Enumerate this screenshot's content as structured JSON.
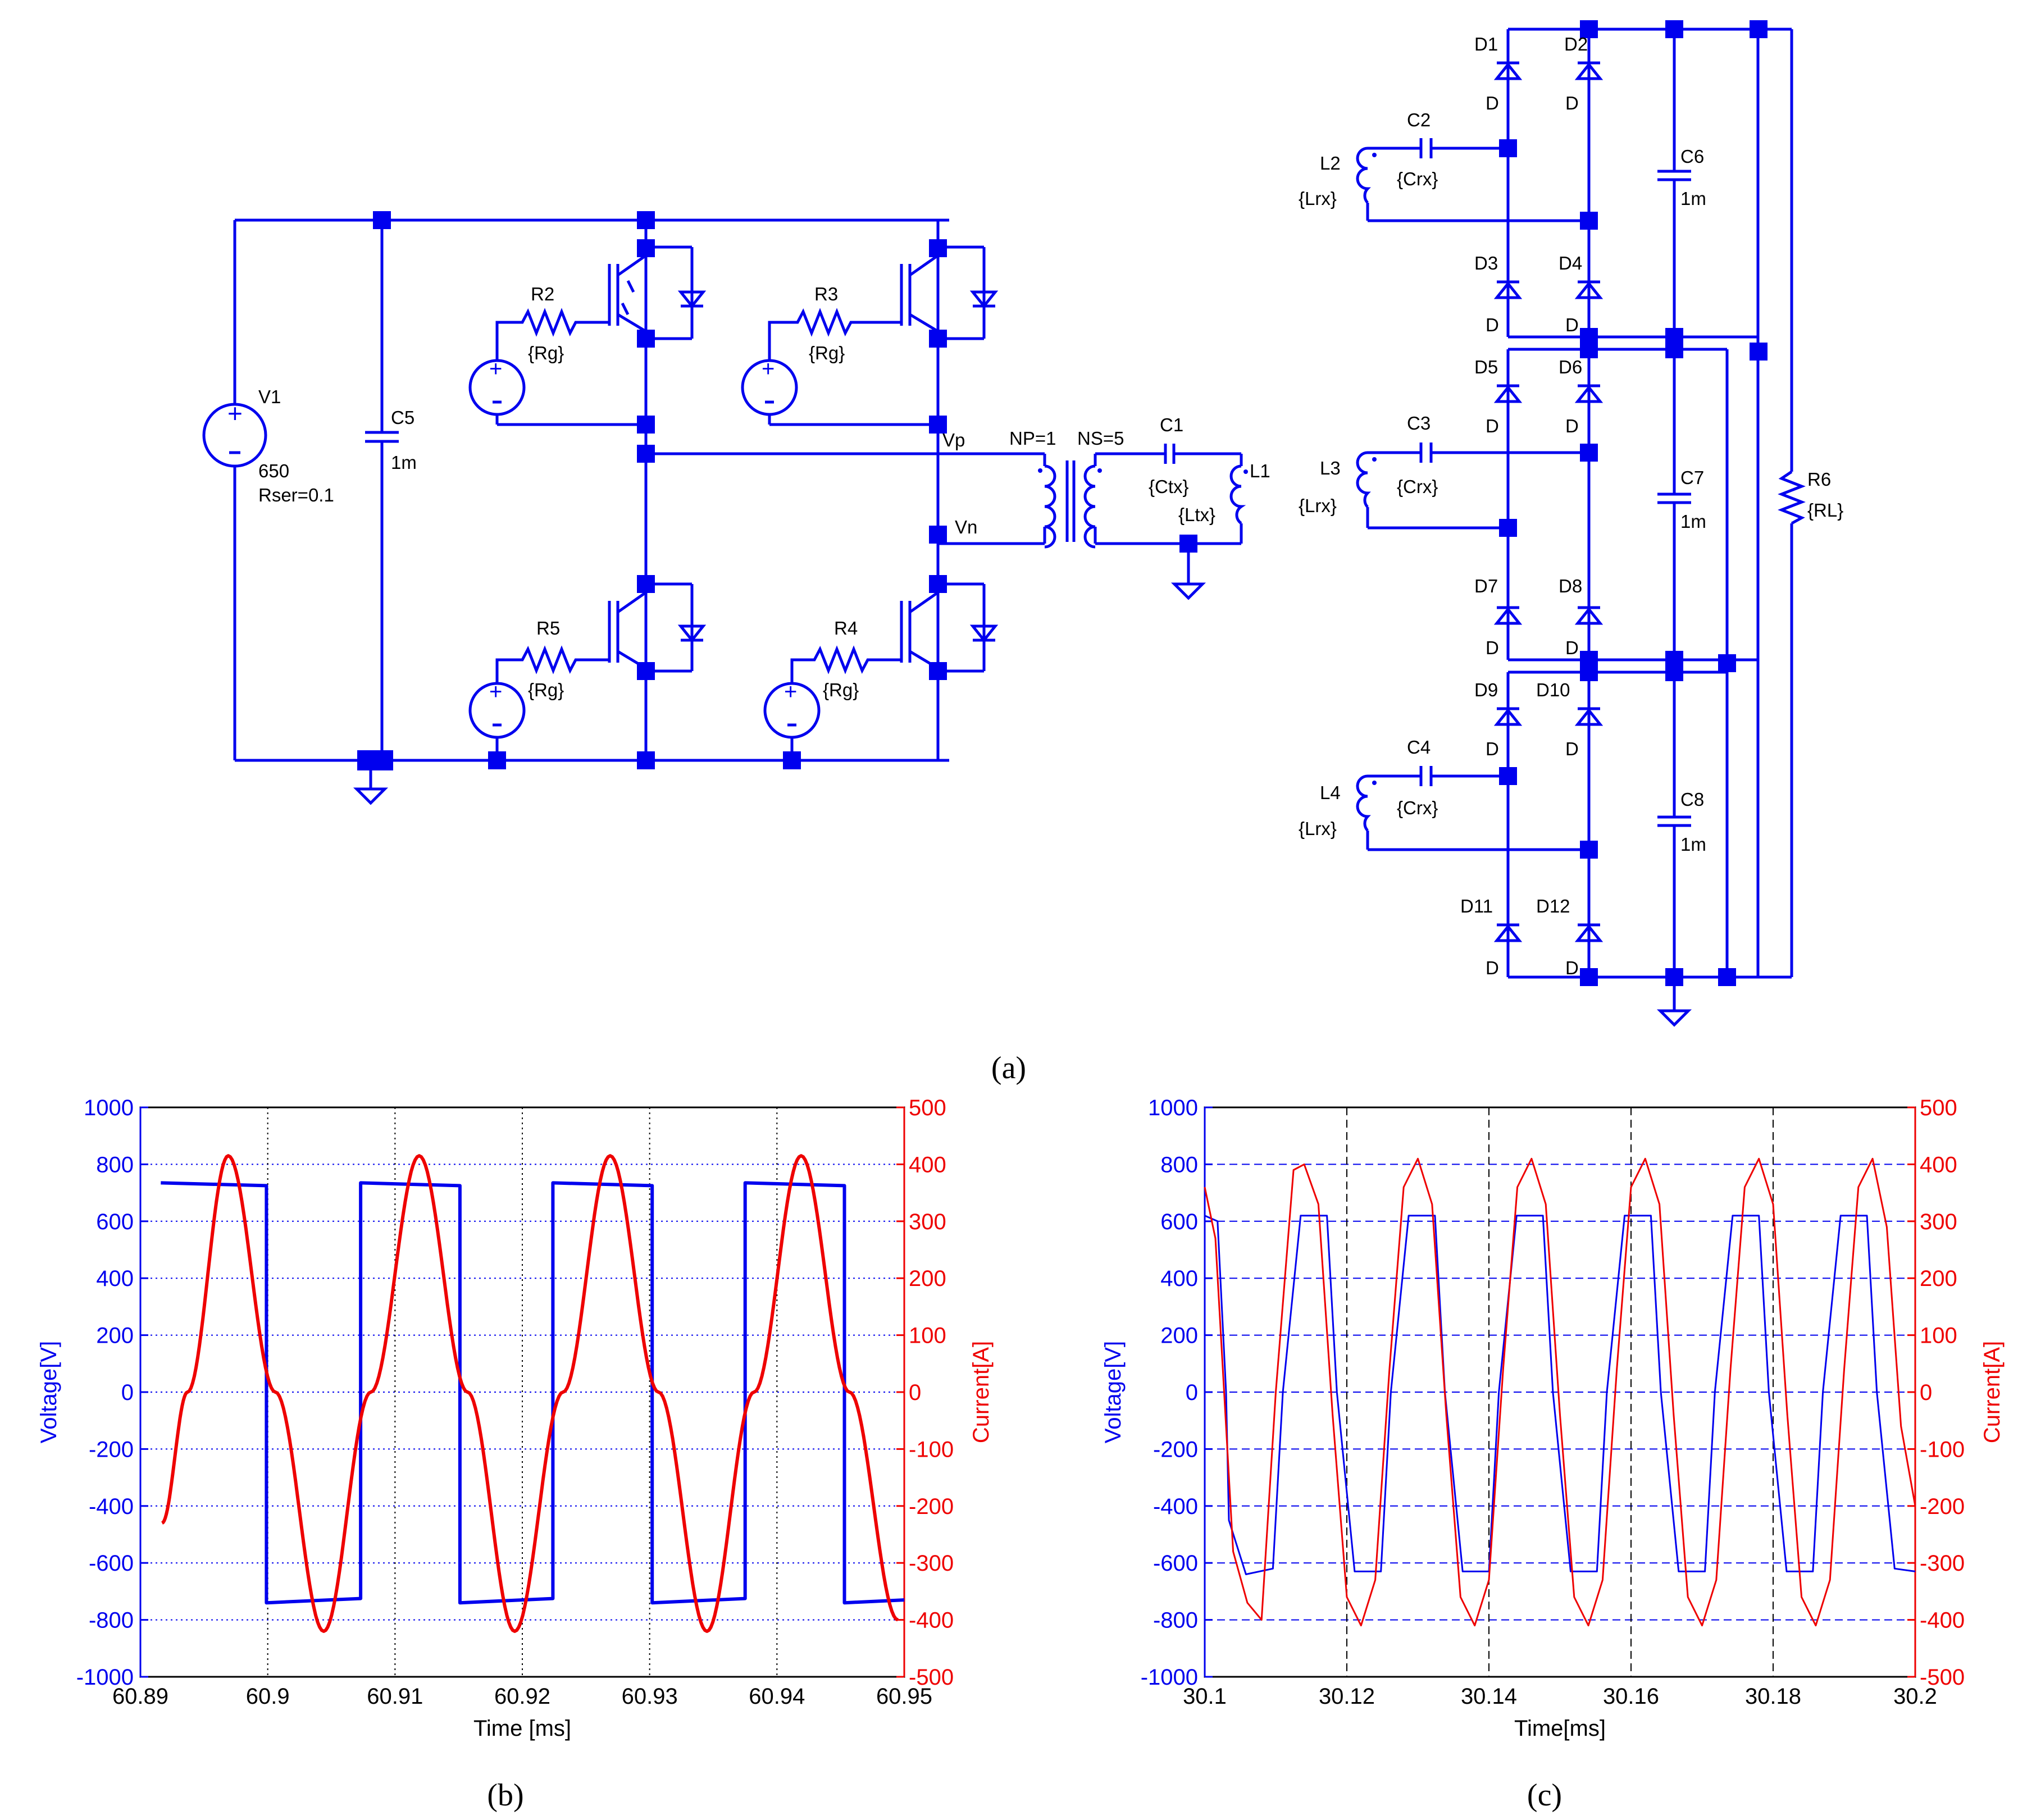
{
  "panels": {
    "a": "(a)",
    "b": "(b)",
    "c": "(c)"
  },
  "schematic": {
    "labels": {
      "V1": "V1",
      "V1_value": "650",
      "V1_rser": "Rser=0.1",
      "C5": "C5",
      "C5_value": "1m",
      "R2": "R2",
      "R3": "R3",
      "R4": "R4",
      "R5": "R5",
      "Rg": "{Rg}",
      "Vp": "Vp",
      "Vn": "Vn",
      "NP": "NP=1",
      "NS": "NS=5",
      "C1": "C1",
      "Ctx": "{Ctx}",
      "L1": "L1",
      "Ltx": "{Ltx}",
      "D1": "D1",
      "D2": "D2",
      "D3": "D3",
      "D4": "D4",
      "D5": "D5",
      "D6": "D6",
      "D7": "D7",
      "D8": "D8",
      "D9": "D9",
      "D10": "D10",
      "D11": "D11",
      "D12": "D12",
      "D": "D",
      "C2": "C2",
      "C3": "C3",
      "C4": "C4",
      "Crx": "{Crx}",
      "L2": "L2",
      "L3": "L3",
      "L4": "L4",
      "Lrx": "{Lrx}",
      "C6": "C6",
      "C7": "C7",
      "C8": "C8",
      "C678_value": "1m",
      "R6": "R6",
      "RL": "{RL}"
    }
  },
  "chart_data": [
    {
      "id": "b",
      "type": "line",
      "xlabel": "Time [ms]",
      "ylabel_left": "Voltage[V]",
      "ylabel_right": "Current[A]",
      "xlim": [
        60.89,
        60.95
      ],
      "ylim_left": [
        -1000,
        1000
      ],
      "ylim_right": [
        -500,
        500
      ],
      "xticks": [
        "60.89",
        "60.9",
        "60.91",
        "60.92",
        "60.93",
        "60.94",
        "60.95"
      ],
      "yticks_left": [
        "1000",
        "800",
        "600",
        "400",
        "200",
        "0",
        "-200",
        "-400",
        "-600",
        "-800",
        "-1000"
      ],
      "yticks_right": [
        "500",
        "400",
        "300",
        "200",
        "100",
        "0",
        "-100",
        "-200",
        "-300",
        "-400",
        "-500"
      ],
      "grid": true,
      "series": [
        {
          "axis": "left",
          "color": "#0000ee",
          "x": [
            60.8916,
            60.8999,
            60.8999,
            60.9073,
            60.9073,
            60.9151,
            60.9151,
            60.9224,
            60.9224,
            60.9302,
            60.9302,
            60.9375,
            60.9375,
            60.9453,
            60.9453,
            60.95
          ],
          "y": [
            735,
            725,
            -740,
            -725,
            735,
            725,
            -740,
            -725,
            735,
            725,
            -740,
            -725,
            735,
            725,
            -740,
            -730
          ]
        },
        {
          "axis": "right",
          "color": "#ee0000",
          "x": [
            60.8917,
            60.8937,
            60.8969,
            60.9006,
            60.9044,
            60.9081,
            60.9119,
            60.9157,
            60.9194,
            60.9232,
            60.9269,
            60.9307,
            60.9345,
            60.9382,
            60.9419,
            60.9457,
            60.9495
          ],
          "y": [
            -230,
            0,
            415,
            0,
            -420,
            0,
            415,
            0,
            -420,
            0,
            415,
            0,
            -420,
            0,
            415,
            0,
            -400
          ]
        }
      ]
    },
    {
      "id": "c",
      "type": "line",
      "xlabel": "Time[ms]",
      "ylabel_left": "Voltage[V]",
      "ylabel_right": "Current[A]",
      "xlim": [
        30.1,
        30.2
      ],
      "ylim_left": [
        -1000,
        1000
      ],
      "ylim_right": [
        -500,
        500
      ],
      "xticks": [
        "30.1",
        "30.12",
        "30.14",
        "30.16",
        "30.18",
        "30.2"
      ],
      "yticks_left": [
        "1000",
        "800",
        "600",
        "400",
        "200",
        "0",
        "-200",
        "-400",
        "-600",
        "-800",
        "-1000"
      ],
      "yticks_right": [
        "500",
        "400",
        "300",
        "200",
        "100",
        "0",
        "-100",
        "-200",
        "-300",
        "-400",
        "-500"
      ],
      "grid": true,
      "series": [
        {
          "axis": "left",
          "color": "#0000ee",
          "x": [
            30.1,
            30.1018,
            30.103,
            30.1034,
            30.1058,
            30.1096,
            30.111,
            30.1135,
            30.1172,
            30.1186,
            30.1211,
            30.1248,
            30.1262,
            30.1287,
            30.1324,
            30.1338,
            30.1363,
            30.14,
            30.1414,
            30.1439,
            30.1476,
            30.149,
            30.1515,
            30.1552,
            30.1566,
            30.1591,
            30.1628,
            30.1642,
            30.1667,
            30.1704,
            30.1718,
            30.1743,
            30.178,
            30.1794,
            30.1819,
            30.1856,
            30.187,
            30.1895,
            30.1932,
            30.1946,
            30.1971,
            30.2
          ],
          "y": [
            620,
            600,
            0,
            -450,
            -640,
            -620,
            0,
            620,
            620,
            0,
            -630,
            -630,
            0,
            620,
            620,
            0,
            -630,
            -630,
            0,
            620,
            620,
            0,
            -630,
            -630,
            0,
            620,
            620,
            0,
            -630,
            -630,
            0,
            620,
            620,
            0,
            -630,
            -630,
            0,
            620,
            620,
            0,
            -620,
            -630
          ]
        },
        {
          "axis": "right",
          "color": "#ee0000",
          "x": [
            30.1,
            30.1015,
            30.104,
            30.106,
            30.108,
            30.11,
            30.1125,
            30.114,
            30.116,
            30.118,
            30.12,
            30.122,
            30.124,
            30.126,
            30.128,
            30.13,
            30.132,
            30.134,
            30.136,
            30.138,
            30.14,
            30.142,
            30.144,
            30.146,
            30.148,
            30.15,
            30.152,
            30.154,
            30.156,
            30.158,
            30.16,
            30.162,
            30.164,
            30.166,
            30.168,
            30.17,
            30.172,
            30.174,
            30.176,
            30.178,
            30.18,
            30.182,
            30.184,
            30.186,
            30.188,
            30.19,
            30.192,
            30.194,
            30.196,
            30.198,
            30.2
          ],
          "y": [
            360,
            270,
            -280,
            -370,
            -400,
            0,
            390,
            400,
            330,
            -40,
            -360,
            -410,
            -330,
            40,
            360,
            410,
            330,
            -40,
            -360,
            -410,
            -330,
            40,
            360,
            410,
            330,
            -40,
            -360,
            -410,
            -330,
            40,
            360,
            410,
            330,
            -40,
            -360,
            -410,
            -330,
            40,
            360,
            410,
            330,
            -40,
            -360,
            -410,
            -330,
            40,
            360,
            410,
            290,
            -60,
            -200
          ]
        }
      ]
    }
  ]
}
